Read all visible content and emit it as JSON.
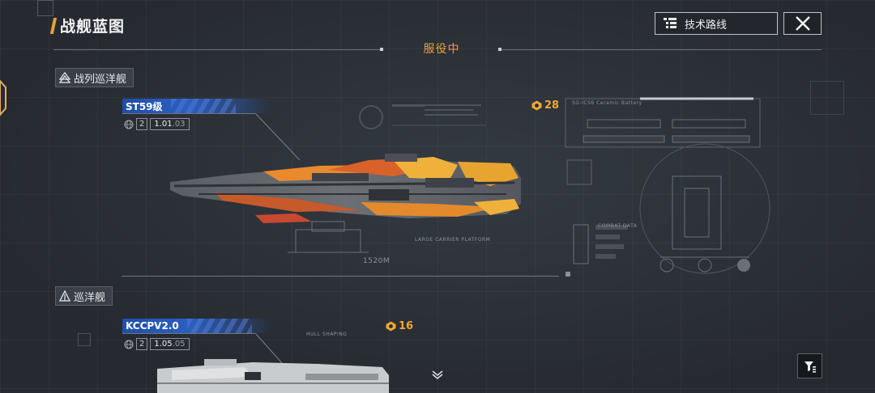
{
  "header": {
    "title": "战舰蓝图",
    "tech_route_label": "技术路线"
  },
  "status": {
    "label": "服役中"
  },
  "categories": [
    {
      "label": "战列巡洋舰",
      "ship": {
        "name": "ST59级",
        "module_count": "2",
        "version_main": "1.01",
        "version_sub": ".03",
        "cost": "28"
      },
      "blueprint_notes": [
        "SG-ICS6 Ceramic Battery",
        "LARGE CARRIER PLATFORM",
        "1520M",
        "COMBAT DATA"
      ]
    },
    {
      "label": "巡洋舰",
      "ship": {
        "name": "KCCPV2.0",
        "module_count": "2",
        "version_main": "1.05",
        "version_sub": ".05",
        "cost": "16"
      },
      "blueprint_notes": [
        "HULL SHAPING"
      ]
    }
  ],
  "colors": {
    "accent": "#e9a23b",
    "banner": "#2b5fc0",
    "background": "#272c33"
  },
  "icons": {
    "tech_route": "list-tree-icon",
    "close": "close-icon",
    "scroll": "chevron-down-icon",
    "filter": "filter-icon",
    "cost": "coin-icon",
    "module": "globe-icon"
  }
}
